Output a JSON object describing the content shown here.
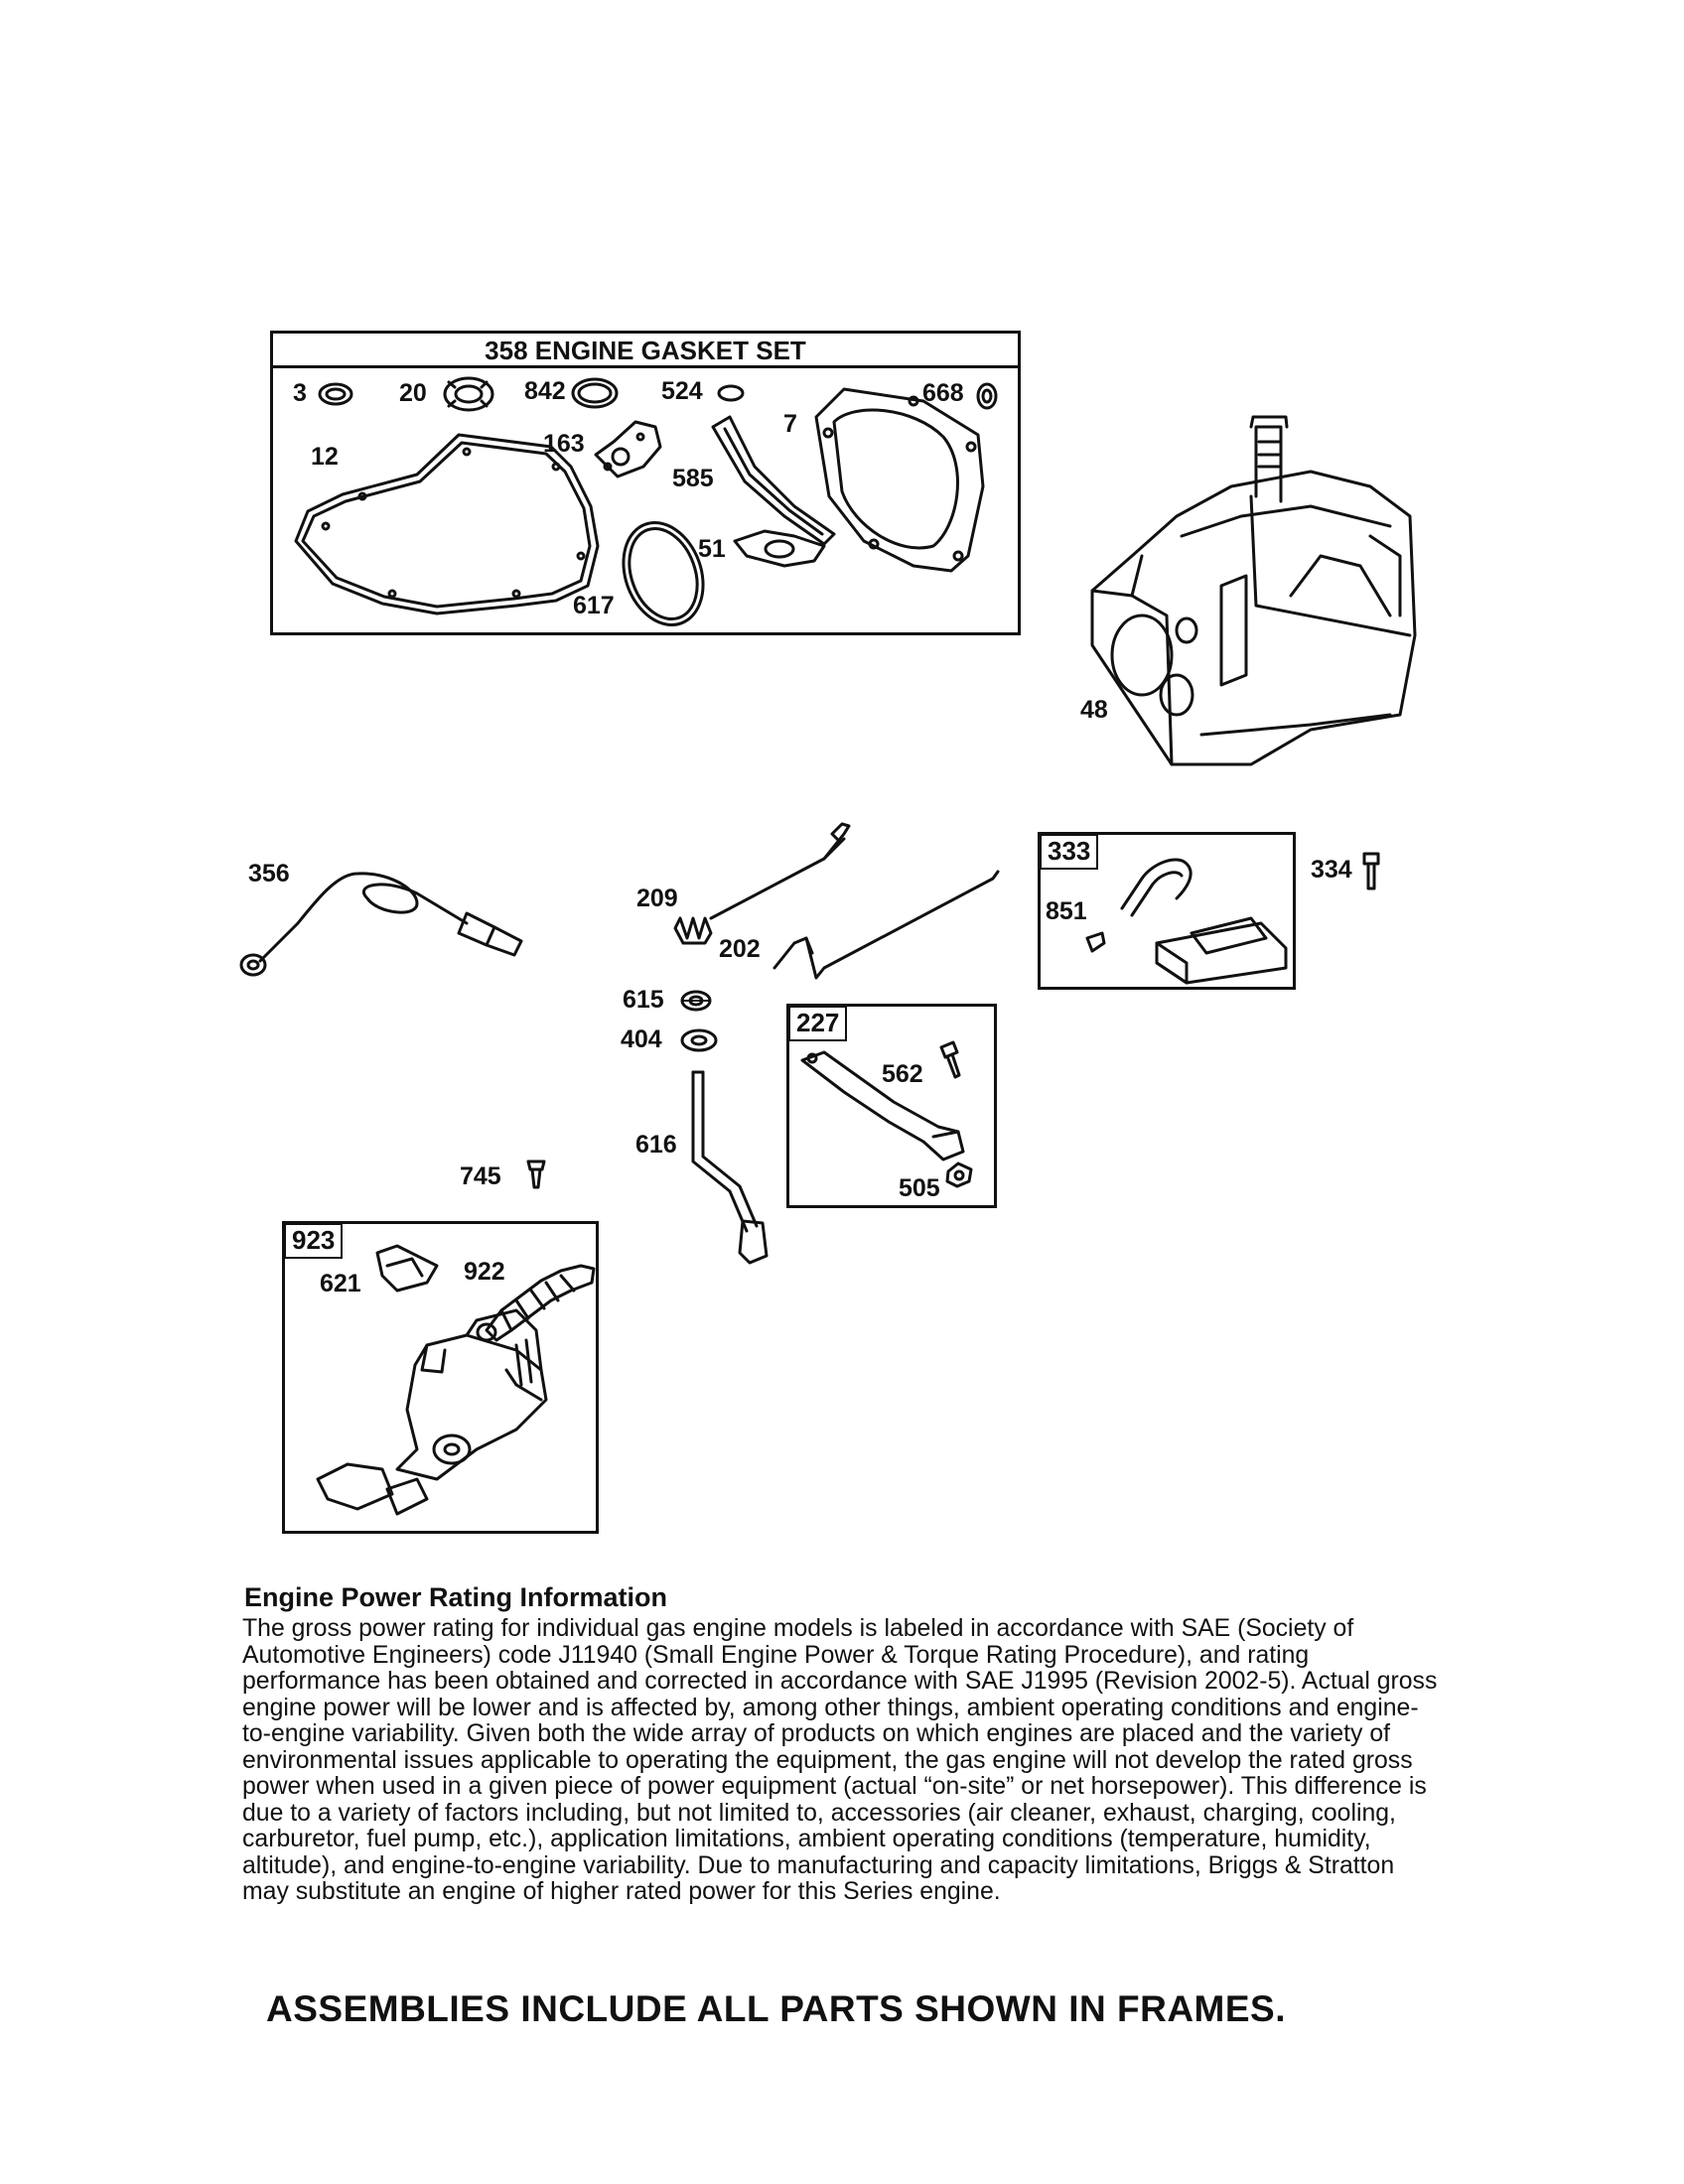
{
  "gasket_set": {
    "title": "358 ENGINE GASKET SET",
    "parts": [
      "3",
      "20",
      "842",
      "524",
      "7",
      "668",
      "12",
      "163",
      "585",
      "51",
      "617"
    ]
  },
  "parts": {
    "p48": "48",
    "p356": "356",
    "p209": "209",
    "p202": "202",
    "p615": "615",
    "p404": "404",
    "p616": "616",
    "p745": "745",
    "p334": "334",
    "p851": "851",
    "p562": "562",
    "p505": "505",
    "p621": "621",
    "p922": "922"
  },
  "frames": {
    "f333": "333",
    "f227": "227",
    "f923": "923"
  },
  "notes": {
    "title": "Engine Power Rating Information",
    "body": "The gross power rating for individual gas engine models is labeled in accordance with SAE (Society of Automotive Engineers) code J11940 (Small Engine Power & Torque Rating Procedure), and rating performance has been obtained and corrected in accordance with SAE J1995 (Revision 2002-5). Actual gross engine power will be lower and is affected by, among other things, ambient operating conditions and engine-to-engine variability. Given both the wide array of products on which engines are placed and the variety of environmental issues applicable to operating the equipment, the gas engine will not develop the rated gross power when used in a given piece of power equipment (actual “on-site” or net horsepower). This difference is due to a variety of factors including, but not limited to, accessories (air cleaner, exhaust, charging, cooling, carburetor, fuel pump, etc.), application limitations, ambient operating conditions (temperature, humidity, altitude), and engine-to-engine variability. Due to manufacturing and capacity limitations, Briggs & Stratton may substitute an engine of higher rated power for this Series engine."
  },
  "footer": "ASSEMBLIES INCLUDE ALL PARTS SHOWN IN FRAMES."
}
